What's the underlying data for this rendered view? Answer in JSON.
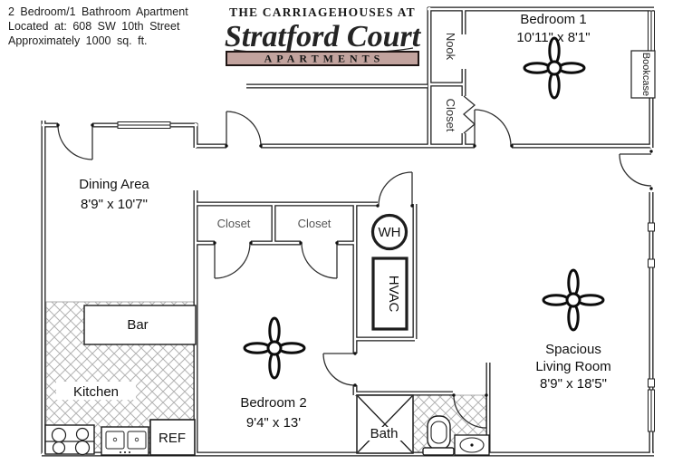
{
  "header": {
    "line1": "2 Bedroom/1 Bathroom Apartment",
    "line2": "Located at: 608 SW 10th Street",
    "line3": "Approximately 1000 sq. ft."
  },
  "logo": {
    "tagline": "THE CARRIAGEHOUSES AT",
    "name": "Stratford Court",
    "banner": "APARTMENTS"
  },
  "rooms": {
    "bedroom1": {
      "name": "Bedroom 1",
      "dims": "10'11\" x 8'1\""
    },
    "dining": {
      "name": "Dining Area",
      "dims": "8'9\" x 10'7\""
    },
    "bedroom2": {
      "name": "Bedroom 2",
      "dims": "9'4\" x 13'"
    },
    "living": {
      "line1": "Spacious",
      "line2": "Living Room",
      "dims": "8'9\" x 18'5\""
    },
    "kitchen": {
      "name": "Kitchen"
    },
    "bar": {
      "name": "Bar"
    },
    "bath": {
      "name": "Bath"
    },
    "nook": {
      "name": "Nook"
    },
    "closet_hall": {
      "name": "Closet"
    },
    "closet_left": {
      "name": "Closet"
    },
    "closet_right": {
      "name": "Closet"
    }
  },
  "fixtures": {
    "water_heater": "WH",
    "hvac": "HVAC",
    "refrigerator": "REF",
    "bookcase": "Bookcase"
  },
  "colors": {
    "wall": "#1d1d1d",
    "logo_banner": "#c2a39e",
    "logo_text": "#1a1a1a",
    "tile_hatch": "#b3b3b3"
  }
}
